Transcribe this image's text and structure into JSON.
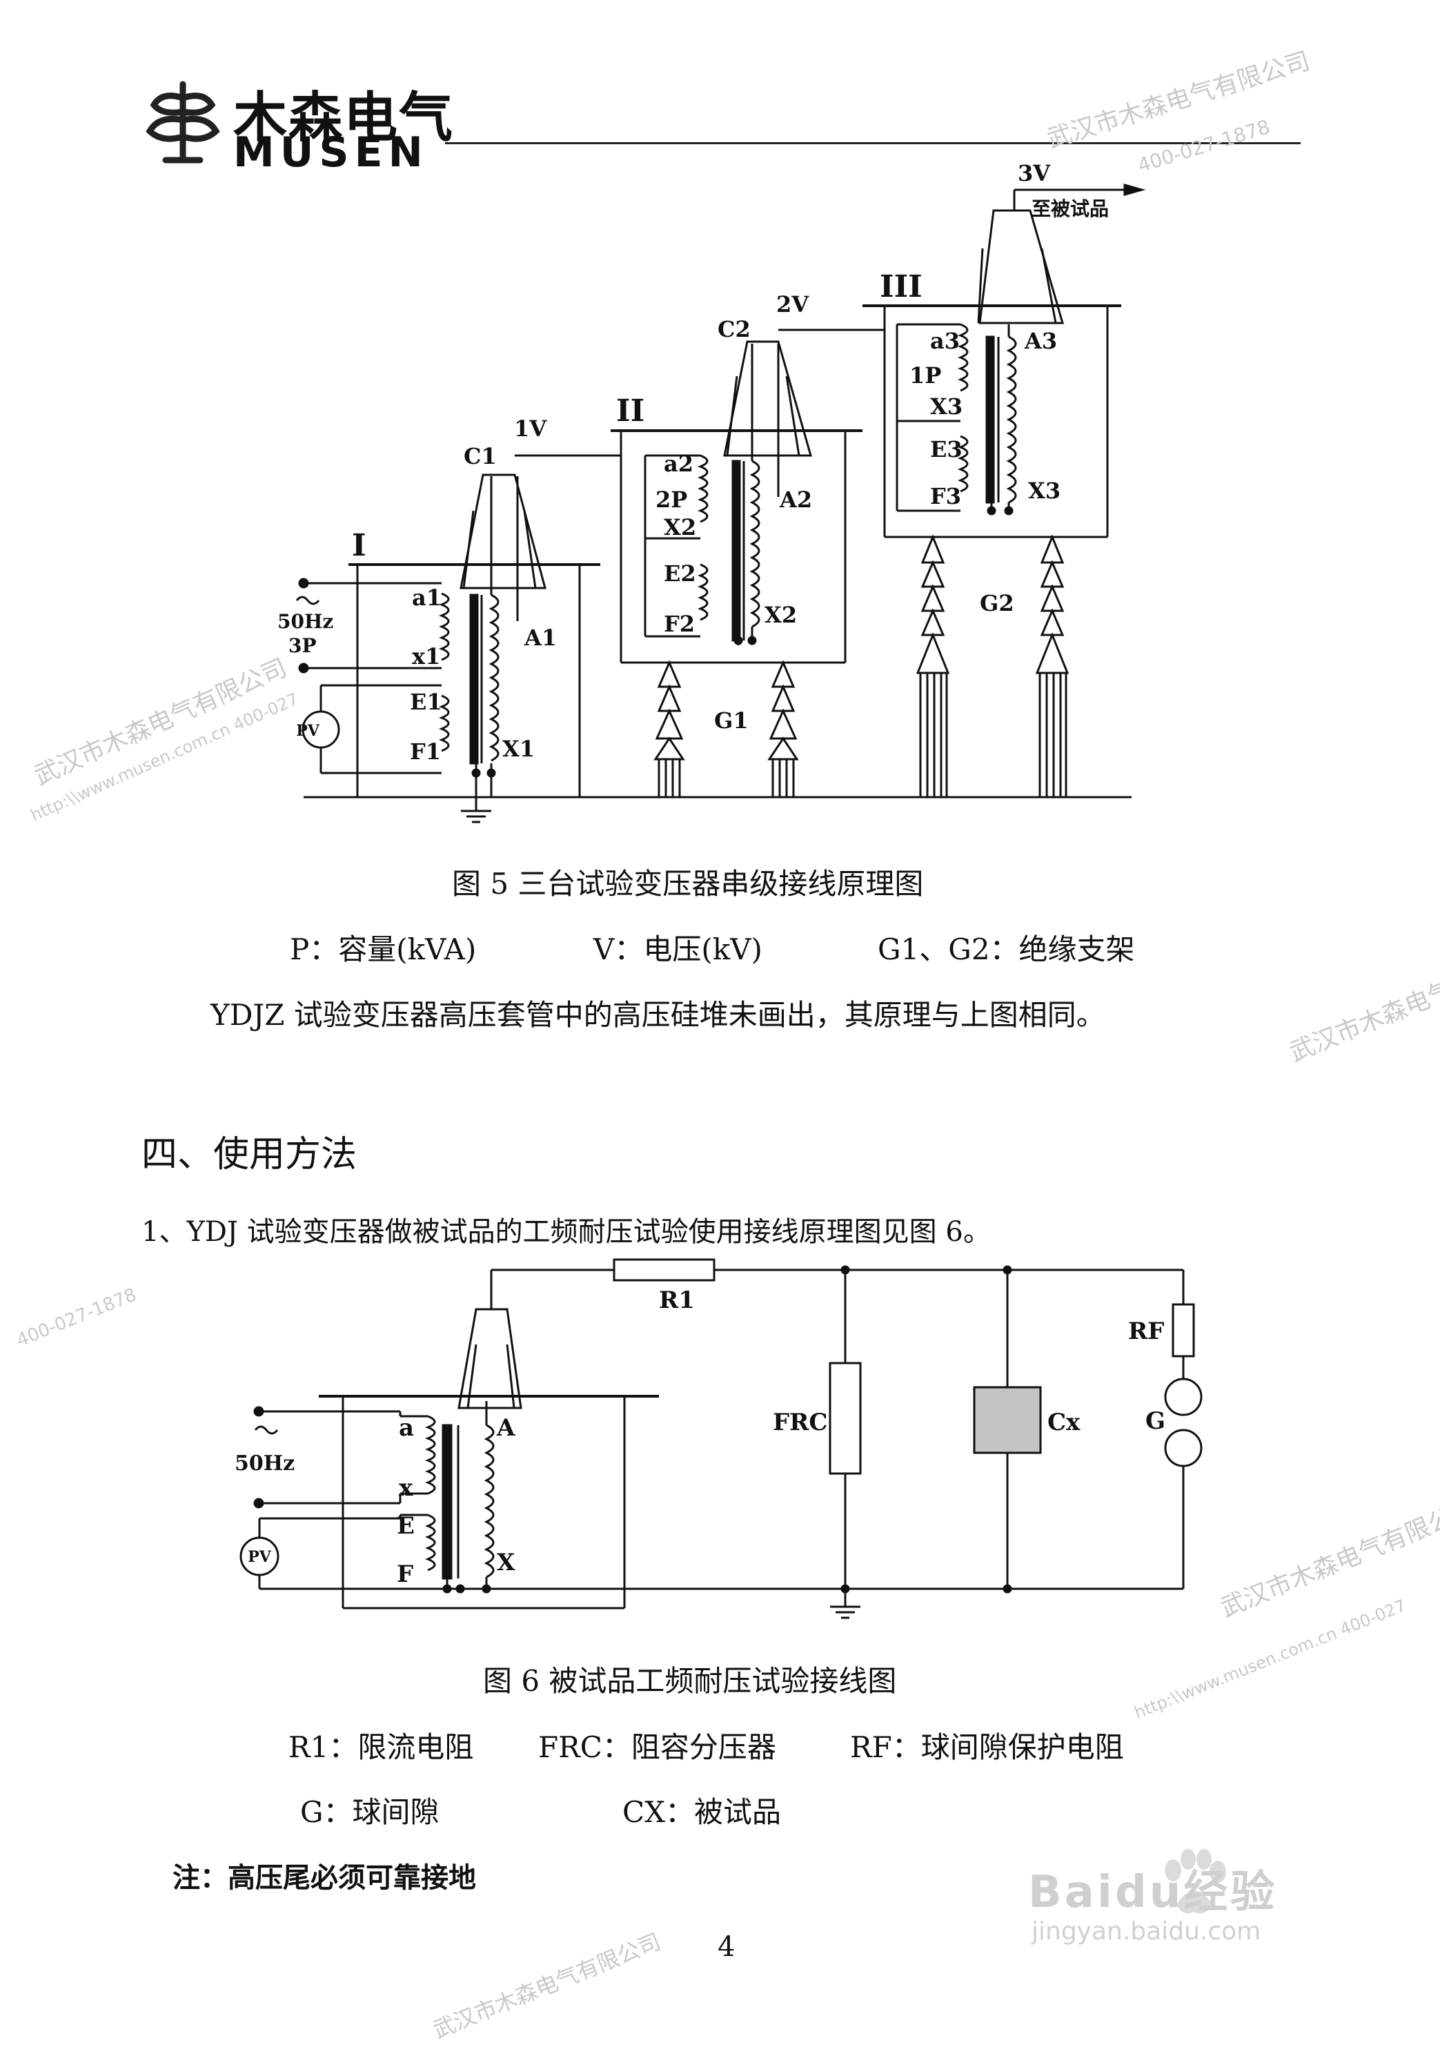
{
  "header": {
    "logo_cn": "木森电气",
    "logo_en": "MUSEN"
  },
  "figure5": {
    "label_3v": "3V",
    "label_to_sample": "至被试品",
    "label_2v": "2V",
    "label_1v": "1V",
    "stage_1": "I",
    "stage_2": "II",
    "stage_3": "III",
    "c1": "C1",
    "c2": "C2",
    "a1": "a1",
    "x1": "x1",
    "E1": "E1",
    "F1": "F1",
    "A1": "A1",
    "X1": "X1",
    "a2": "a2",
    "p2": "2P",
    "x2": "X2",
    "E2": "E2",
    "F2": "F2",
    "A2": "A2",
    "X2": "X2",
    "a3": "a3",
    "p3": "1P",
    "x3": "X3",
    "E3": "E3",
    "F3": "F3",
    "A3": "A3",
    "X3": "X3",
    "freq": "50Hz",
    "phase": "3P",
    "pv": "PV",
    "g1": "G1",
    "g2": "G2",
    "caption": "图 5  三台试验变压器串级接线原理图",
    "legend_p": "P：容量(kVA)",
    "legend_v": "V：电压(kV)",
    "legend_g": "G1、G2：绝缘支架",
    "note": "YDJZ 试验变压器高压套管中的高压硅堆未画出，其原理与上图相同。"
  },
  "section4": {
    "heading": "四、使用方法",
    "item1": "1、YDJ 试验变压器做被试品的工频耐压试验使用接线原理图见图 6。"
  },
  "figure6": {
    "r1": "R1",
    "frc": "FRC",
    "cx": "Cx",
    "rf": "RF",
    "g": "G",
    "a": "a",
    "x": "x",
    "E": "E",
    "F": "F",
    "A": "A",
    "X": "X",
    "freq": "50Hz",
    "pv": "PV",
    "caption": "图 6  被试品工频耐压试验接线图",
    "legend_r1": "R1：限流电阻",
    "legend_frc": "FRC：阻容分压器",
    "legend_rf": "RF：球间隙保护电阻",
    "legend_g": "G：球间隙",
    "legend_cx": "CX：被试品"
  },
  "note": "注：高压尾必须可靠接地",
  "page_number": "4",
  "watermarks": {
    "company": "武汉市木森电气有限公司",
    "phone": "400-027-1878",
    "url": "http:\\\\www.musen.com.cn 400-027",
    "baidu": "Baidu经验",
    "baidu_url": "jingyan.baidu.com"
  }
}
